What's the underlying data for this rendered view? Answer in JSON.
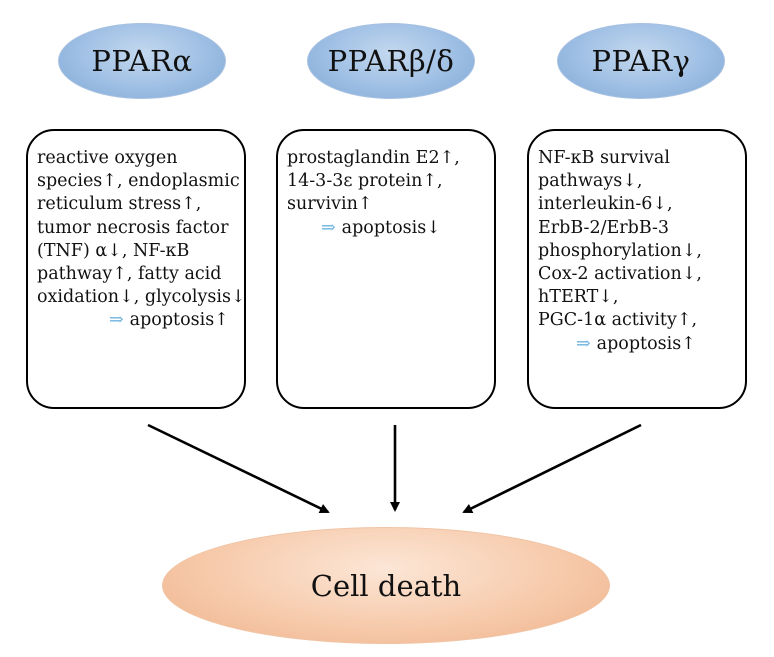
{
  "receptors": [
    {
      "name": "PPARα"
    },
    {
      "name": "PPARβ/δ"
    },
    {
      "name": "PPARγ"
    }
  ],
  "effects": {
    "alpha": {
      "lines": [
        "reactive oxygen",
        "species↑, endoplasmic",
        "reticulum stress↑,",
        "tumor necrosis factor",
        "(TNF) α↓, NF-κB",
        "pathway↑, fatty acid",
        "oxidation↓, glycolysis↓"
      ],
      "arrow_symbol": "⇒",
      "result": "apoptosis↑"
    },
    "beta_delta": {
      "lines": [
        "prostaglandin E2↑,",
        "14-3-3ε protein↑,",
        "survivin↑"
      ],
      "arrow_symbol": "⇒",
      "result": "apoptosis↓"
    },
    "gamma": {
      "lines": [
        "NF-κB survival",
        "pathways↓,",
        "interleukin-6↓,",
        "ErbB-2/ErbB-3",
        "phosphorylation↓,",
        "Cox-2 activation↓,",
        "hTERT↓,",
        "PGC-1α activity↑,"
      ],
      "arrow_symbol": "⇒",
      "result": "apoptosis↑"
    }
  },
  "outcome": "Cell death",
  "colors": {
    "receptor_fill": "#9ebfe4",
    "outcome_fill": "#f6c8a8",
    "result_arrow": "#6fb4e0",
    "box_border": "#000000"
  }
}
